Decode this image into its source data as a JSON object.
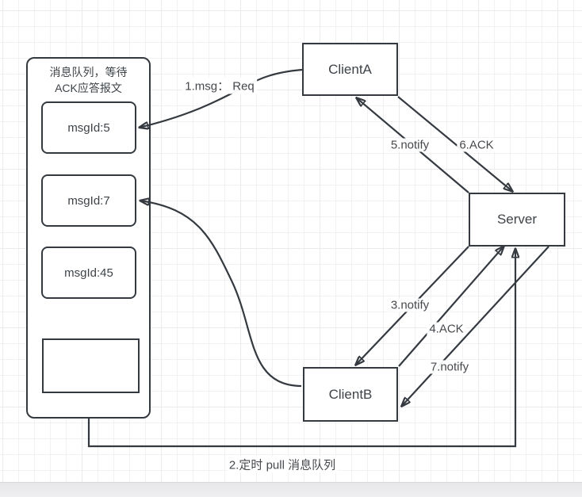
{
  "colors": {
    "stroke": "#343a40",
    "node_text": "#3e4348",
    "edge_label_text": "#46494d",
    "grid_line": "#f2f2f5",
    "statusbar_bg": "#ebebed",
    "canvas_bg": "#ffffff"
  },
  "queue": {
    "title": "消息队列，等待\nACK应答报文",
    "items": [
      {
        "label": "msgId:5"
      },
      {
        "label": "msgId:7"
      },
      {
        "label": "msgId:45"
      },
      {
        "label": ""
      }
    ]
  },
  "nodes": {
    "client_a": {
      "label": "ClientA"
    },
    "server": {
      "label": "Server"
    },
    "client_b": {
      "label": "ClientB"
    }
  },
  "edge_labels": {
    "msg_req": "1.msg： Req",
    "pull": "2.定时 pull 消息队列",
    "notify3": "3.notify",
    "ack4": "4.ACK",
    "notify5": "5.notify",
    "ack6": "6.ACK",
    "notify7": "7.notify"
  }
}
